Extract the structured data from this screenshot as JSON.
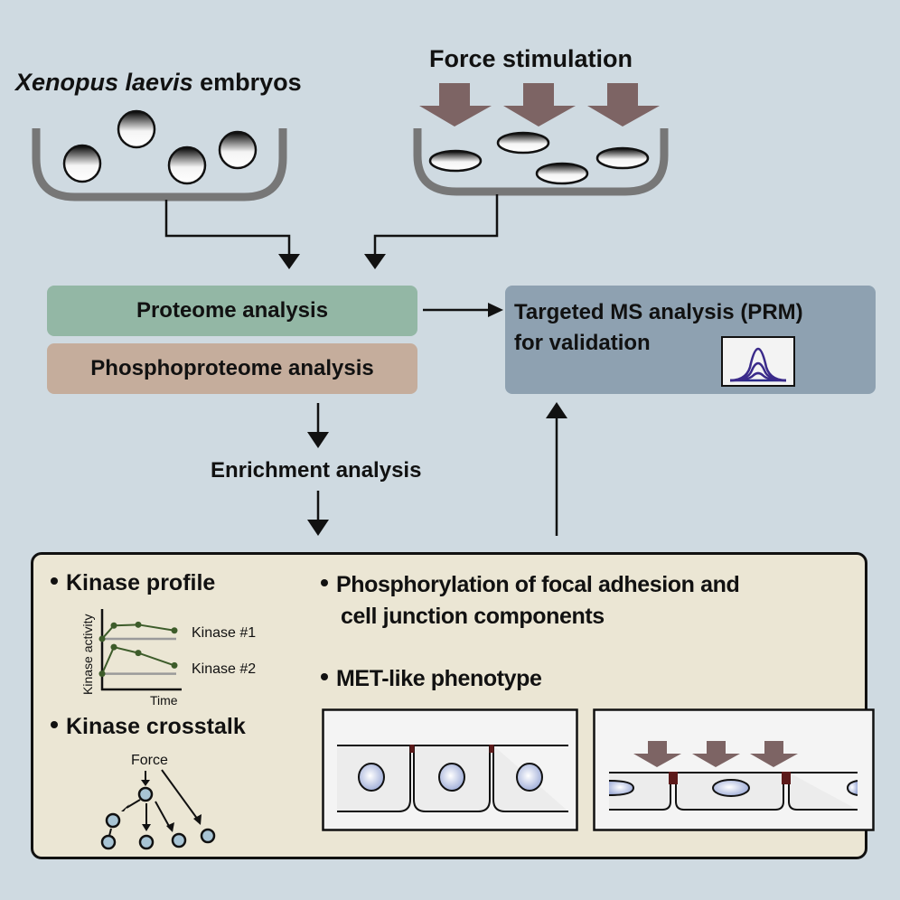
{
  "inputs": {
    "embryos": {
      "italic": "Xenopus laevis",
      "rest": " embryos"
    },
    "force": {
      "label": "Force stimulation"
    }
  },
  "analysis": {
    "proteome": "Proteome analysis",
    "phosphoproteome": "Phosphoproteome analysis",
    "enrichment": "Enrichment analysis"
  },
  "validation": {
    "line1": "Targeted MS analysis (PRM)",
    "line2": "for validation"
  },
  "results": {
    "kinase_profile": {
      "heading": "Kinase profile",
      "ylabel": "Kinase activity",
      "xlabel": "Time",
      "series": [
        {
          "name": "Kinase #1",
          "values": [
            0.62,
            0.78,
            0.79,
            0.72
          ],
          "baseline": 0.62
        },
        {
          "name": "Kinase #2",
          "values": [
            0.2,
            0.52,
            0.45,
            0.3
          ],
          "baseline": 0.2
        }
      ]
    },
    "kinase_crosstalk": {
      "heading": "Kinase crosstalk",
      "root_label": "Force"
    },
    "phosphorylation": {
      "line1": "Phosphorylation of focal adhesion and",
      "line2": "cell junction components"
    },
    "met": {
      "heading": "MET-like phenotype"
    }
  },
  "colors": {
    "background": "#cfdae1",
    "proteome_box": "#93b7a5",
    "phospho_box": "#c5ad9c",
    "validation_box": "#8ea1b1",
    "results_panel": "#ebe6d4",
    "force_arrow": "#7d6464",
    "junction": "#5c1a1a",
    "kinase_line": "#3d5c2a",
    "peak_line": "#3a2a8a"
  }
}
